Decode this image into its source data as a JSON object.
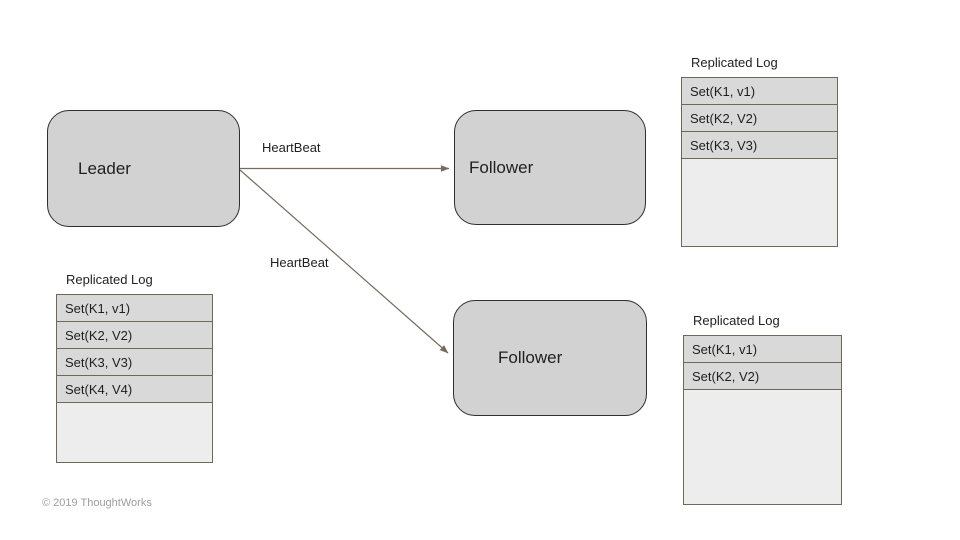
{
  "canvas": {
    "background": "#ffffff"
  },
  "nodes": {
    "leader": {
      "label": "Leader"
    },
    "follower_top": {
      "label": "Follower"
    },
    "follower_bottom": {
      "label": "Follower"
    }
  },
  "arrows": {
    "heartbeat_top": {
      "label": "HeartBeat"
    },
    "heartbeat_bottom": {
      "label": "HeartBeat"
    }
  },
  "logs": {
    "follower_top": {
      "title": "Replicated Log",
      "entries": [
        "Set(K1, v1)",
        "Set(K2, V2)",
        "Set(K3, V3)"
      ]
    },
    "leader": {
      "title": "Replicated Log",
      "entries": [
        "Set(K1, v1)",
        "Set(K2, V2)",
        "Set(K3, V3)",
        "Set(K4, V4)"
      ]
    },
    "follower_bottom": {
      "title": "Replicated Log",
      "entries": [
        "Set(K1, v1)",
        "Set(K2, V2)"
      ]
    }
  },
  "footer": {
    "copyright": "© 2019 ThoughtWorks"
  },
  "colors": {
    "node_fill": "#d2d2d2",
    "node_border": "#2f2f2f",
    "table_border": "#72665a",
    "table_row_fill": "#d9d9d9",
    "table_empty_fill": "#ededed",
    "arrow": "#776b5d",
    "text": "#1f1f1f",
    "muted_text": "#9e9e9e"
  }
}
